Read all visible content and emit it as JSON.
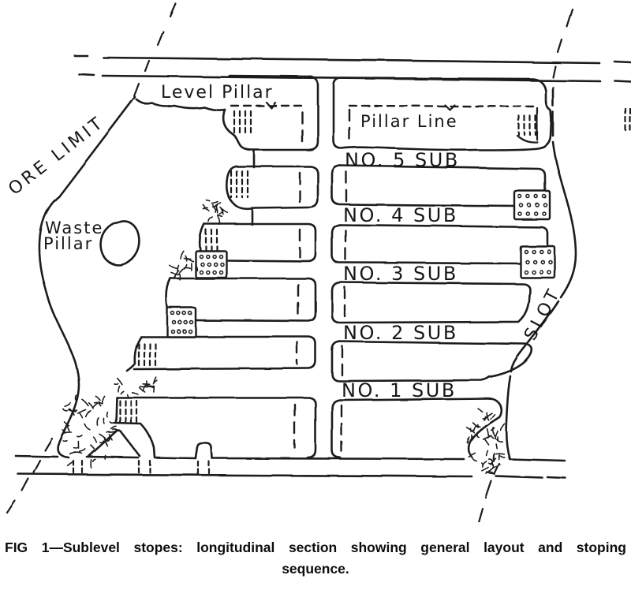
{
  "figure": {
    "labels": {
      "ore_limit": "ORE LIMIT",
      "level_pillar": "Level Pillar",
      "pillar_line": "Pillar Line",
      "waste_pillar": {
        "line1": "Waste",
        "line2": "Pillar"
      },
      "slot": "SLOT",
      "sublevels": [
        {
          "label": "NO. 5 SUB"
        },
        {
          "label": "NO. 4 SUB"
        },
        {
          "label": "NO. 3 SUB"
        },
        {
          "label": "NO. 2 SUB"
        },
        {
          "label": "NO. 1 SUB"
        }
      ]
    },
    "colors": {
      "ink": "#1b1b1b",
      "paper": "#ffffff"
    }
  },
  "caption": {
    "line1": "FIG 1—Sublevel stopes: longitudinal section showing general layout and stoping",
    "line2": "sequence."
  }
}
